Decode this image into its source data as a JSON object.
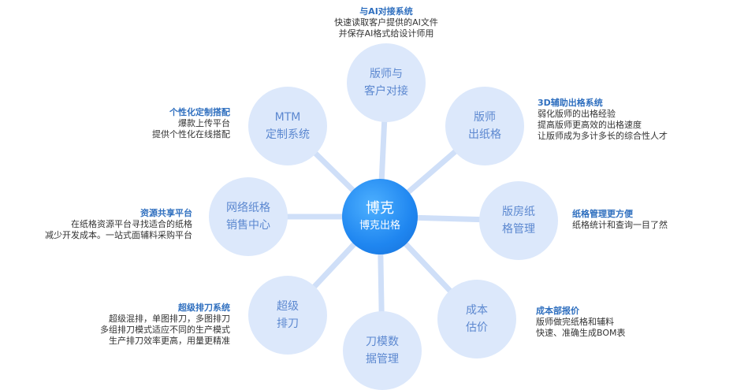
{
  "hub": {
    "title": "博克",
    "subtitle": "博克出格"
  },
  "nodes": [
    {
      "lines": [
        "版师与",
        "客户对接"
      ]
    },
    {
      "lines": [
        "版师",
        "出纸格"
      ]
    },
    {
      "lines": [
        "版房纸",
        "格管理"
      ]
    },
    {
      "lines": [
        "成本",
        "估价"
      ]
    },
    {
      "lines": [
        "刀模数",
        "据管理"
      ]
    },
    {
      "lines": [
        "超级",
        "排刀"
      ]
    },
    {
      "lines": [
        "网络纸格",
        "销售中心"
      ]
    },
    {
      "lines": [
        "MTM",
        "定制系统"
      ]
    }
  ],
  "notes": [
    {
      "heading": "与AI对接系统",
      "lines": [
        "快速读取客户提供的AI文件",
        "并保存AI格式给设计师用"
      ]
    },
    {
      "heading": "3D辅助出格系统",
      "lines": [
        "弱化版师的出格经验",
        "提高版师更高效的出格速度",
        "让版师成为多计多长的综合性人才"
      ]
    },
    {
      "heading": "纸格管理更方便",
      "lines": [
        "纸格统计和查询一目了然"
      ]
    },
    {
      "heading": "成本部报价",
      "lines": [
        "版师做完纸格和辅料",
        "快速、准确生成BOM表"
      ]
    },
    {
      "heading": "超级排刀系统",
      "lines": [
        "超级混排，单图排刀，多图排刀",
        "多组排刀模式适应不同的生产模式",
        "生产排刀效率更高，用量更精准"
      ]
    },
    {
      "heading": "资源共享平台",
      "lines": [
        "在纸格资源平台寻找适合的纸格",
        "减少开发成本。一站式面辅料采购平台"
      ]
    },
    {
      "heading": "个性化定制搭配",
      "lines": [
        "爆款上传平台",
        "提供个性化在线搭配"
      ]
    }
  ],
  "colors": {
    "spoke": "#cfdff8",
    "node": "#dce8fb",
    "node_text": "#5c88d0",
    "hub": "#1f86f0",
    "heading": "#2f6fbf"
  }
}
